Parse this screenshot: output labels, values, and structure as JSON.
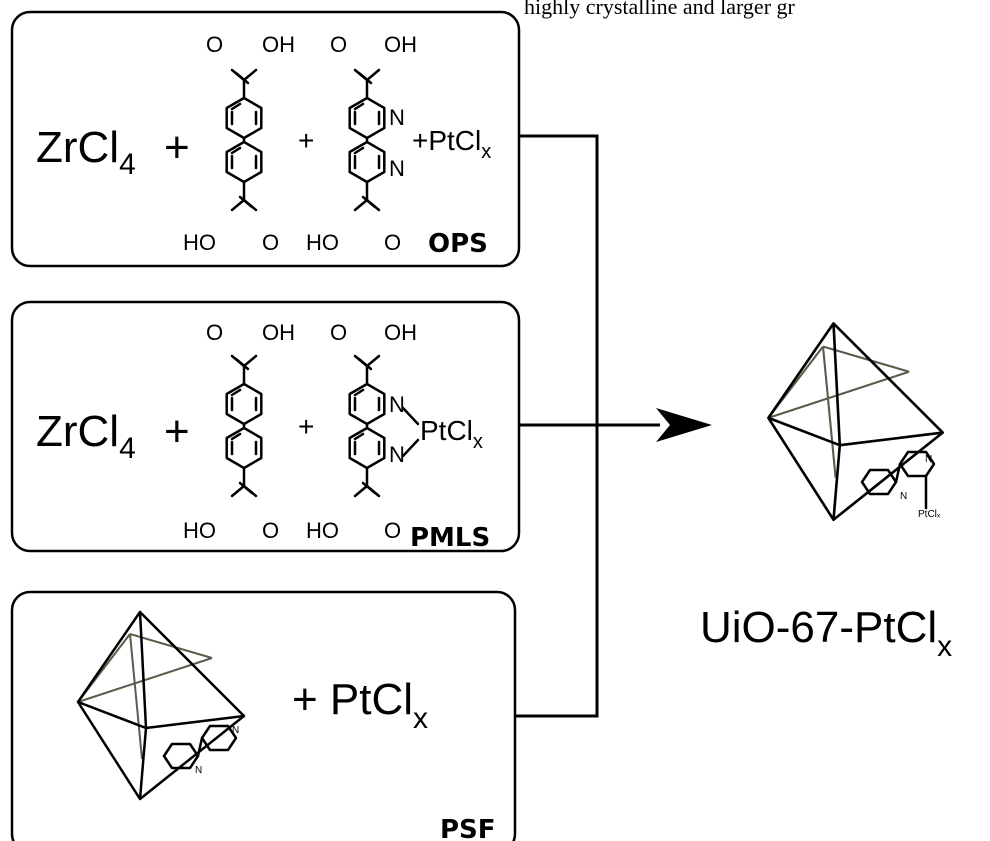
{
  "caption_fragment": "highly crystalline and larger gr",
  "boxes": {
    "ops": {
      "metal": "ZrCl",
      "metal_sub": "4",
      "plus": "+",
      "pt": "+PtCl",
      "pt_sub": "x",
      "label": "OPS"
    },
    "pmls": {
      "metal": "ZrCl",
      "metal_sub": "4",
      "plus": "+",
      "pt": "PtCl",
      "pt_sub": "x",
      "label": "PMLS"
    },
    "psf": {
      "pt": "+ PtCl",
      "pt_sub": "x",
      "label": "PSF"
    }
  },
  "atoms": {
    "oh": "OH",
    "ho": "HO",
    "o": "O",
    "n": "N",
    "ptclx_small": "PtClₓ"
  },
  "product": {
    "name": "UiO-67-PtCl",
    "sub": "x"
  },
  "colors": {
    "line": "#000000",
    "back_edge": "#5e5a4a",
    "background": "#ffffff"
  }
}
